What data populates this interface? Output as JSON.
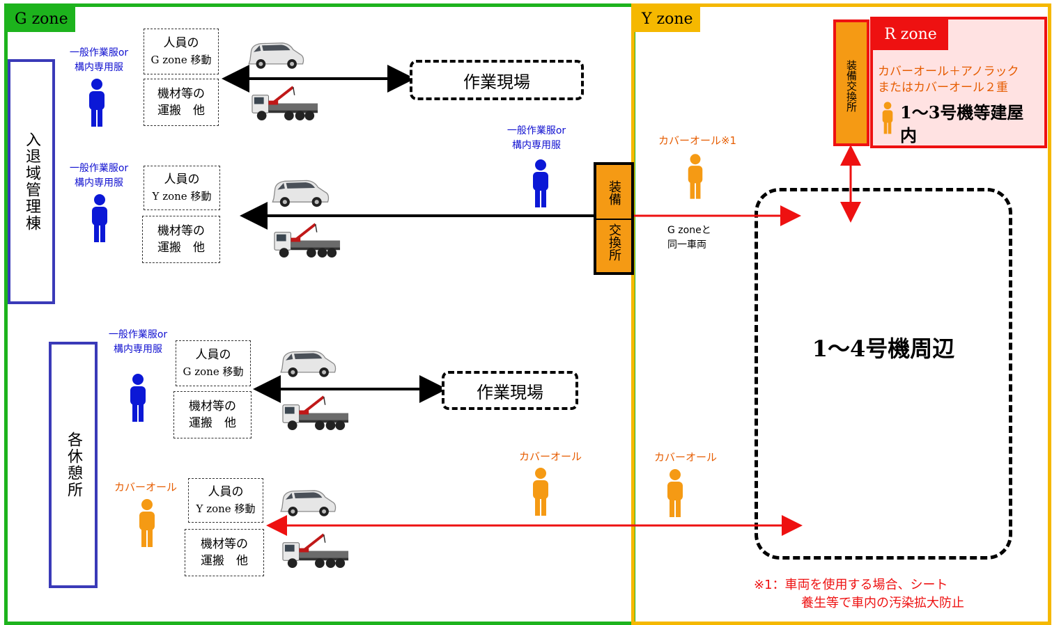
{
  "zones": {
    "g_label": "G zone",
    "y_label": "Y zone",
    "r_label": "R zone",
    "colors": {
      "green": "#1db31d",
      "yellow": "#f5b800",
      "red": "#ee1111",
      "blue": "#3a3ab8",
      "worker_blue": "#0b18d6",
      "worker_orange": "#f59a14"
    }
  },
  "buildings": {
    "entry_mgmt": "入退域管理棟",
    "rest_area": "各休憩所"
  },
  "rows": {
    "row1": {
      "worker_l1": "一般作業服or",
      "worker_l2": "構内専用服",
      "move_l1": "人員の",
      "move_l2": "G zone 移動",
      "cargo_l1": "機材等の",
      "cargo_l2": "運搬　他",
      "site": "作業現場"
    },
    "row2": {
      "worker_l1": "一般作業服or",
      "worker_l2": "構内専用服",
      "move_l1": "人員の",
      "move_l2": "Y zone 移動",
      "cargo_l1": "機材等の",
      "cargo_l2": "運搬　他"
    },
    "row3": {
      "worker_l1": "一般作業服or",
      "worker_l2": "構内専用服",
      "move_l1": "人員の",
      "move_l2": "G zone 移動",
      "cargo_l1": "機材等の",
      "cargo_l2": "運搬　他",
      "site": "作業現場"
    },
    "row4": {
      "worker": "カバーオール",
      "move_l1": "人員の",
      "move_l2": "Y zone 移動",
      "cargo_l1": "機材等の",
      "cargo_l2": "運搬　他"
    }
  },
  "mid_worker": {
    "l1": "一般作業服or",
    "l2": "構内専用服"
  },
  "exchange_gy": {
    "top": "装備",
    "bottom": "交換所"
  },
  "exchange_yr": "装備交換所",
  "same_vehicle": {
    "l1": "G zoneと",
    "l2": "同一車両"
  },
  "y_workers": {
    "coverall_note1": "カバーオール※1",
    "coverall_mid": "カバーオール",
    "coverall_y": "カバーオール"
  },
  "r_zone": {
    "gear_l1": "カバーオール＋アノラック",
    "gear_l2": "またはカバーオール２重",
    "area_l1": "1〜3号機等建屋",
    "area_l2": "内"
  },
  "area_14": "1〜4号機周辺",
  "footnote": {
    "l1": "※1：車両を使用する場合、シート",
    "l2": "養生等で車内の汚染拡大防止"
  }
}
